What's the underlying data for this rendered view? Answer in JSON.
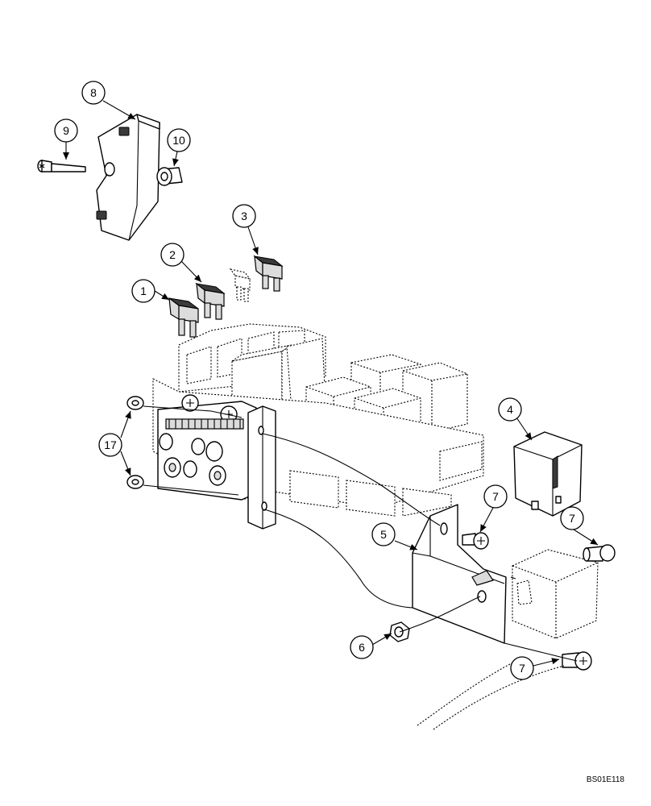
{
  "callouts": {
    "c1": "1",
    "c2": "2",
    "c3": "3",
    "c4": "4",
    "c5": "5",
    "c6": "6",
    "c7a": "7",
    "c7b": "7",
    "c7c": "7",
    "c8": "8",
    "c9": "9",
    "c10": "10",
    "c17": "17"
  },
  "reference_code": "BS01E118"
}
